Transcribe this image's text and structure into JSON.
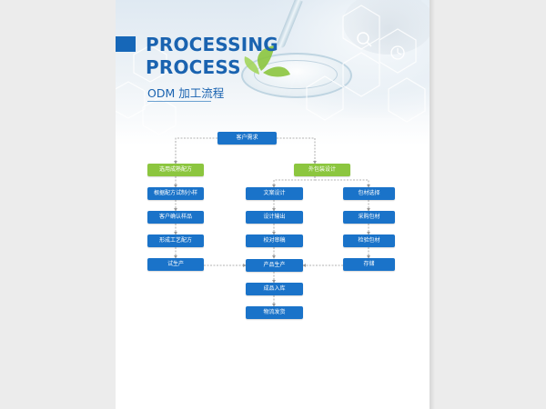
{
  "header": {
    "title_line1": "PROCESSING",
    "title_line2": "PROCESS",
    "subtitle": "ODM 加工流程"
  },
  "colors": {
    "primary_blue": "#1a73c9",
    "accent_green": "#8cc63f",
    "title_blue": "#1a63b0"
  },
  "flowchart": {
    "root": "客户需求",
    "left_branch": {
      "head": "选用成熟配方",
      "steps": [
        "根据配方试制小样",
        "客户确认样品",
        "形成工艺配方",
        "试生产"
      ]
    },
    "right_branch": {
      "head": "外包装设计",
      "design_col": [
        "文案设计",
        "设计输出",
        "校对审稿"
      ],
      "material_col": [
        "包材选择",
        "采购包材",
        "检验包材",
        "存储"
      ]
    },
    "center_steps": [
      "产品生产",
      "成品入库",
      "物流发货"
    ]
  }
}
